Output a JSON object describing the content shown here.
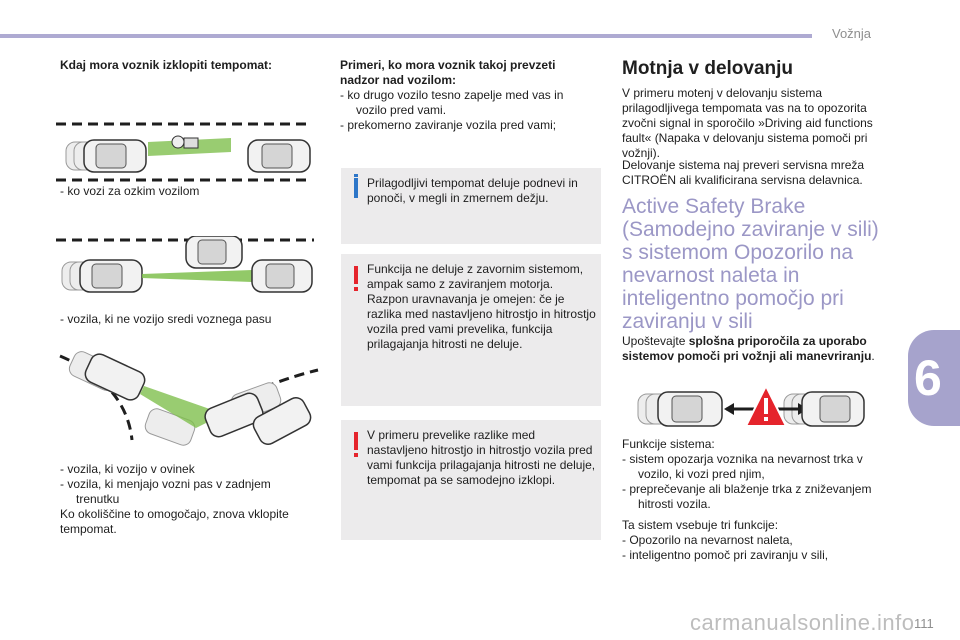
{
  "header": {
    "section": "Vožnja",
    "chapter": "6",
    "page_number": "111"
  },
  "watermark": "carmanualsonline.info",
  "col1": {
    "heading": "Kdaj mora voznik izklopiti tempomat:",
    "item_narrow": "- ko vozi za ozkim vozilom",
    "item_offcenter": "- vozila, ki ne vozijo sredi voznega pasu",
    "item_bend": "- vozila, ki vozijo v ovinek",
    "item_lane": "- vozila, ki menjajo vozni pas v zadnjem trenutku",
    "closing": "Ko okoliščine to omogočajo, znova vklopite tempomat."
  },
  "col2": {
    "heading": "Primeri, ko mora voznik takoj prevzeti nadzor nad vozilom:",
    "item1": "- ko drugo vozilo tesno zapelje med vas in vozilo pred vami.",
    "item2": "- prekomerno zaviranje vozila pred vami;",
    "note_info": "Prilagodljivi tempomat deluje podnevi in ponoči, v megli in zmernem dežju.",
    "note_warn1": "Funkcija ne deluje z zavornim sistemom, ampak samo z zaviranjem motorja. Razpon uravnavanja je omejen: če je razlika med nastavljeno hitrostjo in hitrostjo vozila pred vami prevelika, funkcija prilagajanja hitrosti ne deluje.",
    "note_warn2": "V primeru prevelike razlike med nastavljeno hitrostjo in hitrostjo vozila pred vami funkcija prilagajanja hitrosti ne deluje, tempomat pa se samodejno izklopi."
  },
  "col3": {
    "section_title": "Motnja v delovanju",
    "fault_para1": "V primeru motenj v delovanju sistema prilagodljivega tempomata vas na to opozorita zvočni signal in sporočilo »Driving aid functions fault« (Napaka v delovanju sistema pomoči pri vožnji).",
    "fault_para2": "Delovanje sistema naj preveri servisna mreža CITROËN ali kvalificirana servisna delavnica.",
    "title": "Active Safety Brake (Samodejno zaviranje v sili) s sistemom Opozorilo na nevarnost naleta in inteligentno pomočjo pri zaviranju v sili",
    "respect_prefix": "Upoštevajte ",
    "respect_bold": "splošna priporočila za uporabo sistemov pomoči pri vožnji ali manevriranju",
    "respect_suffix": ".",
    "functions_heading": "Funkcije sistema:",
    "func1": "- sistem opozarja voznika na nevarnost trka v vozilo, ki vozi pred njim,",
    "func2": "- preprečevanje ali blaženje trka z zniževanjem hitrosti vozila.",
    "three_heading": "Ta sistem vsebuje tri funkcije:",
    "three1": "- Opozorilo na nevarnost naleta,",
    "three2": "- inteligentno pomoč pri zaviranju v sili,"
  },
  "colors": {
    "accent": "#9b97c6",
    "tab": "#a6a3cc",
    "warn": "#e5242c",
    "info": "#2d76c8",
    "note_bg": "#ecebec",
    "beam": "#6ea83a"
  }
}
